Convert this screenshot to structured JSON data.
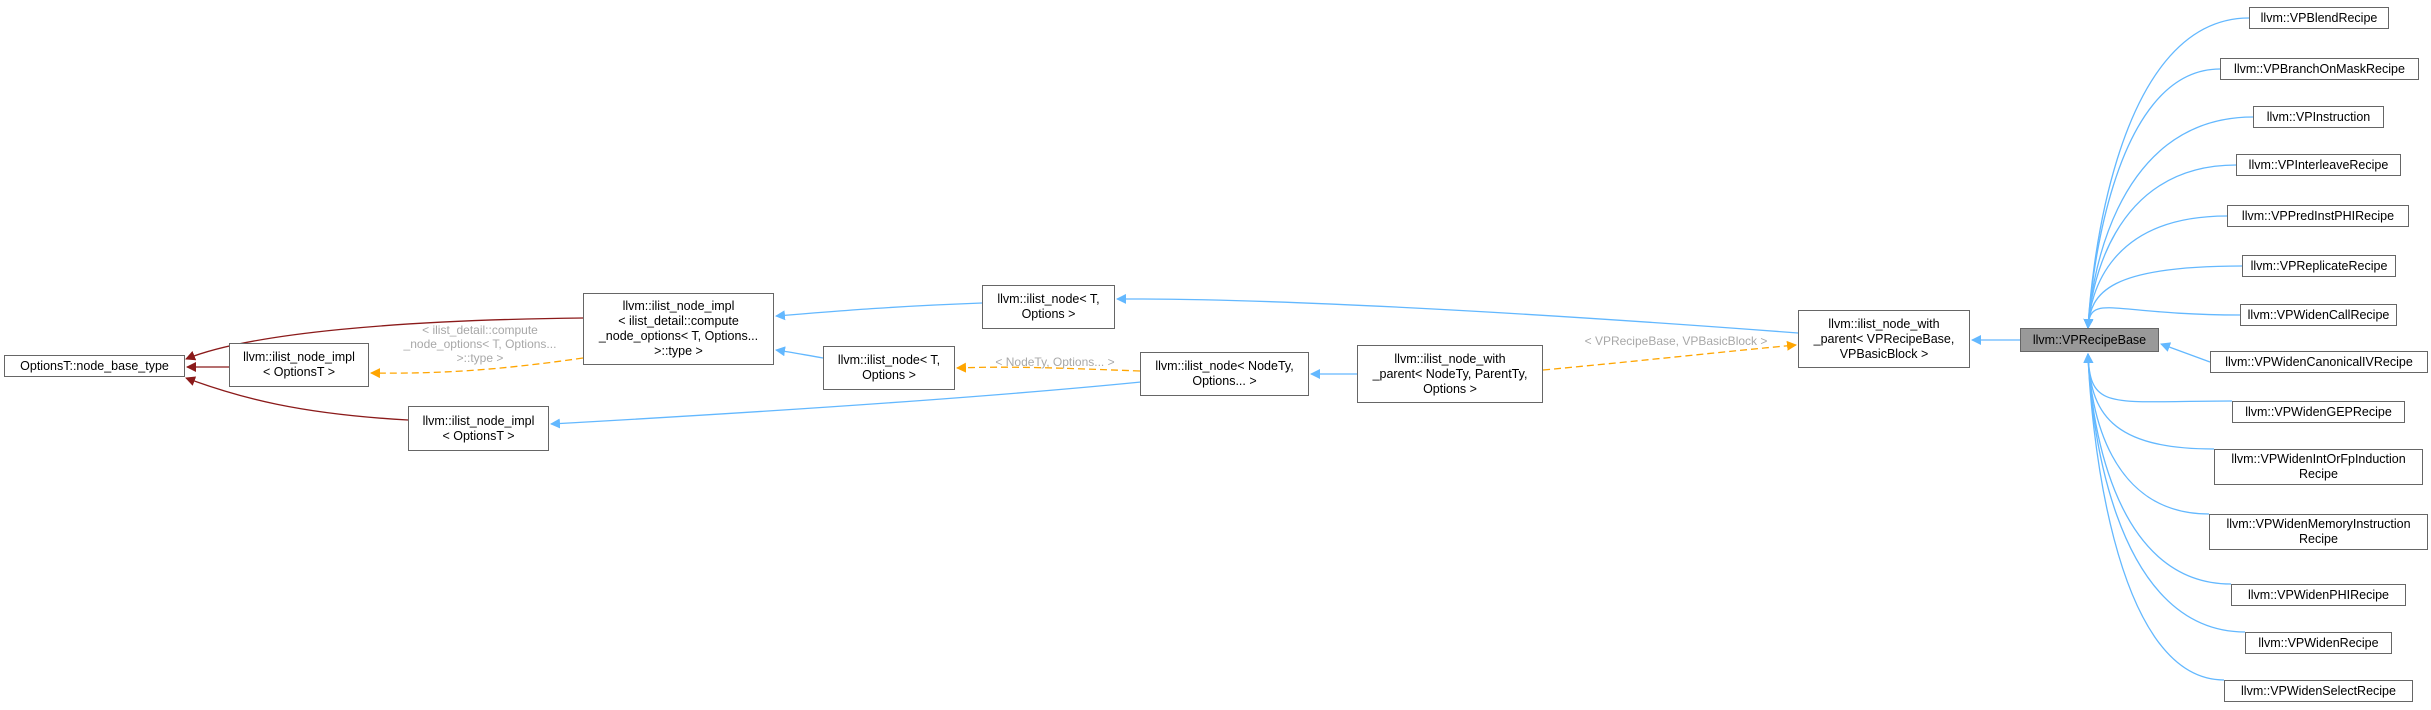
{
  "colors": {
    "inheritance": "#63b8ff",
    "template": "#ffa500",
    "base": "#8b1a1a",
    "node_border": "#666666",
    "highlight_bg": "#999999",
    "edge_label": "#a8a8a8"
  },
  "nodes": {
    "options_base": [
      "OptionsT::node_base_type"
    ],
    "ilist_impl_optionsT_top": [
      "llvm::ilist_node_impl",
      "< OptionsT >"
    ],
    "ilist_impl_optionsT_bottom": [
      "llvm::ilist_node_impl",
      "< OptionsT >"
    ],
    "ilist_impl_compute": [
      "llvm::ilist_node_impl",
      "< ilist_detail::compute",
      "_node_options< T, Options...",
      ">::type >"
    ],
    "ilist_node_T_top": [
      "llvm::ilist_node< T,",
      "Options >"
    ],
    "ilist_node_T_mid": [
      "llvm::ilist_node< T,",
      "Options >"
    ],
    "ilist_node_nodety": [
      "llvm::ilist_node< NodeTy,",
      "Options... >"
    ],
    "ilist_node_with_parent_generic": [
      "llvm::ilist_node_with",
      "_parent< NodeTy, ParentTy,",
      "Options >"
    ],
    "ilist_node_with_parent_vp": [
      "llvm::ilist_node_with",
      "_parent< VPRecipeBase,",
      "VPBasicBlock >"
    ],
    "vp_recipe_base": [
      "llvm::VPRecipeBase"
    ],
    "children": [
      [
        "llvm::VPBlendRecipe"
      ],
      [
        "llvm::VPBranchOnMaskRecipe"
      ],
      [
        "llvm::VPInstruction"
      ],
      [
        "llvm::VPInterleaveRecipe"
      ],
      [
        "llvm::VPPredInstPHIRecipe"
      ],
      [
        "llvm::VPReplicateRecipe"
      ],
      [
        "llvm::VPWidenCallRecipe"
      ],
      [
        "llvm::VPWidenCanonicalIVRecipe"
      ],
      [
        "llvm::VPWidenGEPRecipe"
      ],
      [
        "llvm::VPWidenIntOrFpInduction",
        "Recipe"
      ],
      [
        "llvm::VPWidenMemoryInstruction",
        "Recipe"
      ],
      [
        "llvm::VPWidenPHIRecipe"
      ],
      [
        "llvm::VPWidenRecipe"
      ],
      [
        "llvm::VPWidenSelectRecipe"
      ]
    ]
  },
  "edge_labels": {
    "compute": [
      "< ilist_detail::compute",
      "_node_options< T, Options...",
      ">::type >"
    ],
    "nodety": [
      "< NodeTy, Options... >"
    ],
    "vpbase": [
      "< VPRecipeBase, VPBasicBlock >"
    ]
  }
}
